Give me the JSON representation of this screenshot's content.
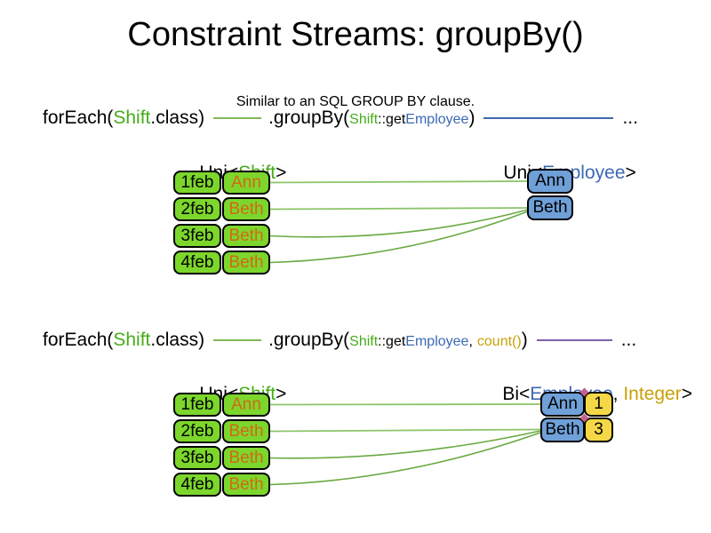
{
  "title": "Constraint Streams: groupBy()",
  "subtitle": "Similar to an SQL GROUP BY clause.",
  "colors": {
    "type_green": "#46AC1A",
    "box_green": "#7CD62C",
    "name_orange": "#D26914",
    "type_blue": "#3C69B4",
    "box_blue": "#6FA0D8",
    "type_gold": "#C9A008",
    "box_yellow": "#F4D848",
    "connector_green": "#8CC46A",
    "connector_blue": "#3E69AE",
    "connector_purple": "#7E61A8",
    "glue_point_pink": "#C4628E"
  },
  "code1": {
    "foreach": "forEach(",
    "class_type": "Shift",
    "class_suffix": ".class)",
    "groupby": ".groupBy(",
    "arg_class": "Shift",
    "arg_getter": "::get",
    "arg_type": "Employee",
    "close_paren": ")",
    "ellipsis": "..."
  },
  "code2": {
    "foreach": "forEach(",
    "class_type": "Shift",
    "class_suffix": ".class)",
    "groupby": ".groupBy(",
    "arg_class": "Shift",
    "arg_getter": "::get",
    "arg_type": "Employee",
    "comma": ",",
    "arg_count": "count()",
    "close_paren": ")",
    "ellipsis": "..."
  },
  "section1": {
    "left_label": {
      "prefix": "Uni<",
      "type": "Shift",
      "suffix": ">"
    },
    "right_label": {
      "prefix": "Uni<",
      "type": "Employee",
      "suffix": ">"
    },
    "shifts": [
      {
        "date": "1feb",
        "employee": "Ann"
      },
      {
        "date": "2feb",
        "employee": "Beth"
      },
      {
        "date": "3feb",
        "employee": "Beth"
      },
      {
        "date": "4feb",
        "employee": "Beth"
      }
    ],
    "employees": [
      {
        "name": "Ann"
      },
      {
        "name": "Beth"
      }
    ]
  },
  "section2": {
    "left_label": {
      "prefix": "Uni<",
      "type": "Shift",
      "suffix": ">"
    },
    "right_label": {
      "prefix": "Bi<",
      "type1": "Employee",
      "separator": ", ",
      "type2": "Integer",
      "suffix": ">"
    },
    "shifts": [
      {
        "date": "1feb",
        "employee": "Ann"
      },
      {
        "date": "2feb",
        "employee": "Beth"
      },
      {
        "date": "3feb",
        "employee": "Beth"
      },
      {
        "date": "4feb",
        "employee": "Beth"
      }
    ],
    "groups": [
      {
        "name": "Ann",
        "count": "1"
      },
      {
        "name": "Beth",
        "count": "3"
      }
    ]
  }
}
